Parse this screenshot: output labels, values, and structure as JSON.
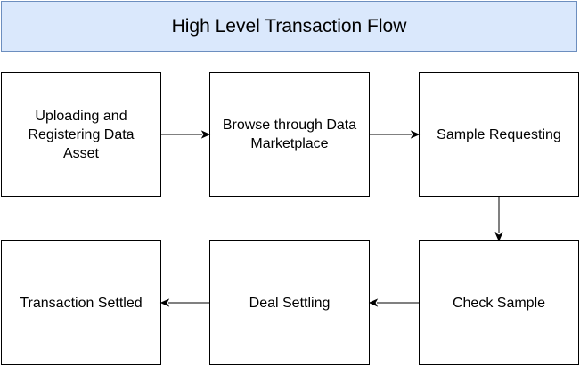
{
  "diagram": {
    "title": "High Level Transaction Flow",
    "nodes": [
      {
        "label": "Uploading and Registering Data Asset"
      },
      {
        "label": "Browse through Data Marketplace"
      },
      {
        "label": "Sample Requesting"
      },
      {
        "label": "Check Sample"
      },
      {
        "label": "Deal Settling"
      },
      {
        "label": "Transaction Settled"
      }
    ],
    "edges": [
      {
        "from": 0,
        "to": 1
      },
      {
        "from": 1,
        "to": 2
      },
      {
        "from": 2,
        "to": 3
      },
      {
        "from": 3,
        "to": 4
      },
      {
        "from": 4,
        "to": 5
      }
    ],
    "colors": {
      "title_fill": "#dae8fc",
      "title_border": "#6c8ebf",
      "node_border": "#000000",
      "arrow": "#000000"
    }
  }
}
